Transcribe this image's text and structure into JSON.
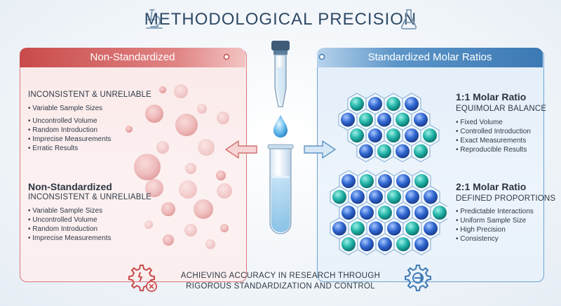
{
  "title": "METHODOLOGICAL PRECISION",
  "left": {
    "header": "Non-Standardized",
    "block1": {
      "subtitle": "INCONSISTENT & UNRELIABLE",
      "items": [
        "Variable Sample Sizes",
        "Uncontrolled Volume",
        "Random Introduction",
        "Imprecise Measurements",
        "Erratic Results"
      ]
    },
    "block2": {
      "heading": "Non-Standardized",
      "subtitle": "INCONSISTENT & UNRELIABLE",
      "items": [
        "Variable Sample Sizes",
        "Uncontrolled Volume",
        "Random Introduction",
        "Imprecise Measurements"
      ]
    }
  },
  "right": {
    "header": "Standardized Molar Ratios",
    "block1": {
      "heading": "1:1 Molar Ratio",
      "subtitle": "EQUIMOLAR BALANCE",
      "items": [
        "Fixed Volume",
        "Controlled Introduction",
        "Exact Measurements",
        "Reproducible Results"
      ]
    },
    "block2": {
      "heading": "2:1 Molar Ratio",
      "subtitle": "DEFINED PROPORTIONS",
      "items": [
        "Predictable Interactions",
        "Uniform Sample Size",
        "High Precision",
        "Consistency"
      ]
    }
  },
  "footer": {
    "line1": "ACHIEVING ACCURACY IN RESEARCH THROUGH",
    "line2": "RIGOROUS STANDARDIZATION AND CONTROL"
  },
  "colors": {
    "accent_red": "#c94a4a",
    "accent_blue": "#3c79b4",
    "molecule_teal": "#1fa7a0",
    "molecule_blue": "#2f66c8"
  },
  "icons": [
    "microscope-icon",
    "flask-icon",
    "pipette-icon",
    "droplet-icon",
    "test-tube-icon",
    "arrow-left-icon",
    "arrow-right-icon",
    "gear-error-icon",
    "gear-arrow-icon"
  ]
}
